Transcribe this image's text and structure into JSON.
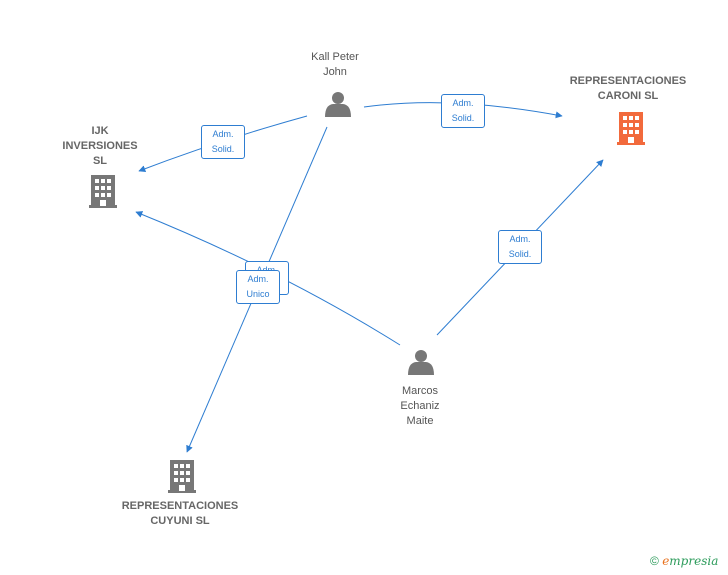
{
  "colors": {
    "edge": "#2e7dd1",
    "person": "#777777",
    "company": "#777777",
    "company_highlight": "#f26a3c"
  },
  "nodes": {
    "kall": {
      "label_line1": "Kall Peter",
      "label_line2": "John",
      "icon": "person-icon"
    },
    "marcos": {
      "label_line1": "Marcos",
      "label_line2": "Echaniz",
      "label_line3": "Maite",
      "icon": "person-icon"
    },
    "ijk": {
      "label_line1": "IJK",
      "label_line2": "INVERSIONES",
      "label_line3": "SL",
      "icon": "building-icon"
    },
    "caroni": {
      "label_line1": "REPRESENTACIONES",
      "label_line2": "CARONI  SL",
      "icon": "building-icon",
      "highlight": true
    },
    "cuyuni": {
      "label_line1": "REPRESENTACIONES",
      "label_line2": "CUYUNI  SL",
      "icon": "building-icon"
    }
  },
  "edges": {
    "kall_caroni": {
      "line1": "Adm.",
      "line2": "Solid."
    },
    "kall_ijk": {
      "line1": "Adm.",
      "line2": "Solid."
    },
    "marcos_caroni": {
      "line1": "Adm.",
      "line2": "Solid."
    },
    "marcos_ijk": {
      "line1": "Adm.",
      "line2": "Solid."
    },
    "kall_cuyuni": {
      "line1": "Adm.",
      "line2": "Unico"
    }
  },
  "brand": {
    "copyright": "©",
    "e": "e",
    "rest": "mpresia"
  }
}
